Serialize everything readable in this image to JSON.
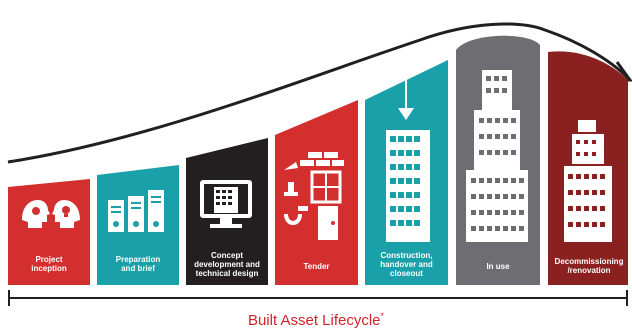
{
  "diagram": {
    "stages": [
      {
        "id": "inception",
        "label": "Project\ninception",
        "color": "#d32f2f",
        "icon": "heads-gears-lightbulb-icon"
      },
      {
        "id": "brief",
        "label": "Preparation\nand brief",
        "color": "#1aa0a8",
        "icon": "binders-icon"
      },
      {
        "id": "concept",
        "label": "Concept\ndevelopment and\ntechnical design",
        "color": "#231f20",
        "icon": "computer-building-icon"
      },
      {
        "id": "tender",
        "label": "Tender",
        "color": "#d32f2f",
        "icon": "tools-window-door-icon"
      },
      {
        "id": "construction",
        "label": "Construction,\nhandover and\ncloseout",
        "color": "#1aa0a8",
        "icon": "crane-building-icon"
      },
      {
        "id": "inuse",
        "label": "In use",
        "color": "#6e6e72",
        "icon": "skyscraper-icon"
      },
      {
        "id": "decommission",
        "label": "Decommissioning\n/renovation",
        "color": "#8a2020",
        "icon": "building-demolition-icon"
      }
    ],
    "title": "Built Asset Lifecycle",
    "footnote_mark": "*"
  }
}
